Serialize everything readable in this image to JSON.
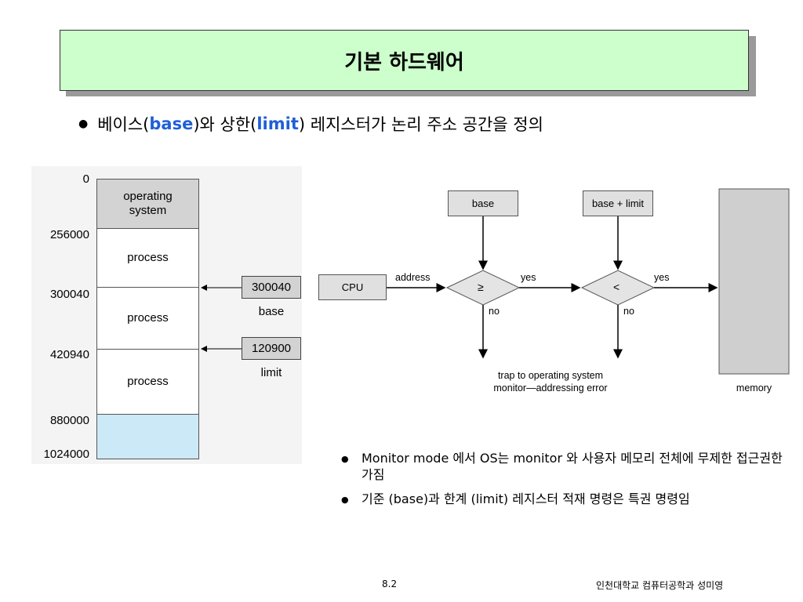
{
  "slide": {
    "title": "기본 하드웨어",
    "main_bullet": {
      "part1": "베이스(",
      "kw_base": "base",
      "part2": ")와 상한(",
      "kw_limit": "limit",
      "part3": ") 레지스터가 논리 주소 공간을 정의"
    },
    "memory_map": {
      "blocks": [
        {
          "label": "operating\nsystem",
          "fill": "#d3d3d3"
        },
        {
          "label": "process",
          "fill": "#ffffff"
        },
        {
          "label": "process",
          "fill": "#ffffff"
        },
        {
          "label": "process",
          "fill": "#ffffff"
        },
        {
          "label": "",
          "fill": "#cce9f8"
        }
      ],
      "addresses": [
        "0",
        "256000",
        "300040",
        "420940",
        "880000",
        "1024000"
      ],
      "base_register": {
        "value": "300040",
        "label": "base"
      },
      "limit_register": {
        "value": "120900",
        "label": "limit"
      }
    },
    "flow": {
      "cpu_label": "CPU",
      "address_label": "address",
      "base_label": "base",
      "base_plus_limit_label": "base + limit",
      "cmp1_symbol": "≥",
      "cmp2_symbol": "<",
      "yes_label": "yes",
      "no_label": "no",
      "trap_line1": "trap to operating system",
      "trap_line2": "monitor—addressing error",
      "memory_label": "memory"
    },
    "sub_bullets": [
      "Monitor mode 에서 OS는 monitor 와 사용자 메모리 전체에 무제한 접근권한 가짐",
      "기준 (base)과 한계 (limit) 레지스터 적재 명령은 특권 명령임"
    ],
    "footer": {
      "page": "8.2",
      "org": "인천대학교 컴퓨터공학과 성미영"
    }
  }
}
